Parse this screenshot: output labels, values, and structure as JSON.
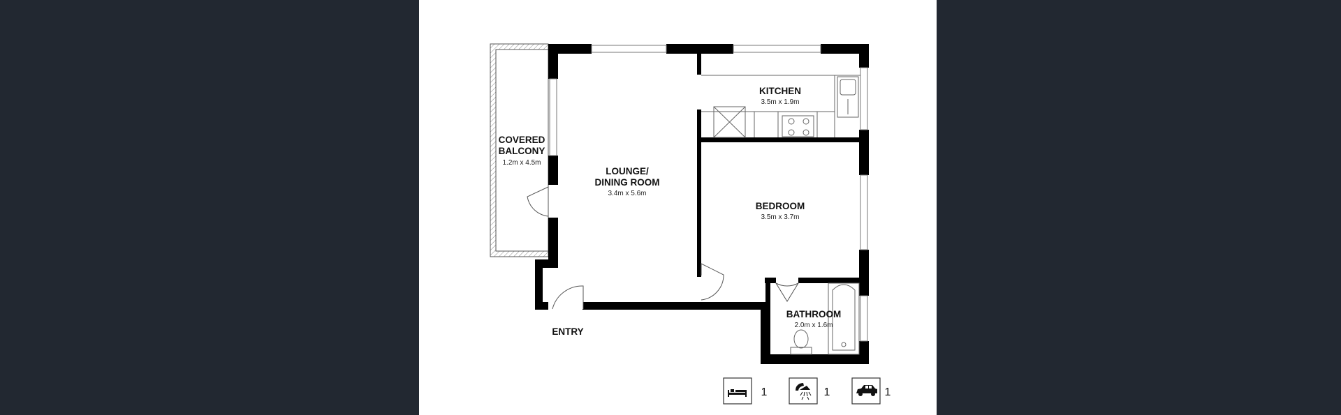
{
  "rooms": {
    "balcony": {
      "name_line1": "COVERED",
      "name_line2": "BALCONY",
      "dims": "1.2m x 4.5m"
    },
    "lounge": {
      "name_line1": "LOUNGE/",
      "name_line2": "DINING ROOM",
      "dims": "3.4m x 5.6m"
    },
    "kitchen": {
      "name": "KITCHEN",
      "dims": "3.5m x 1.9m"
    },
    "bedroom": {
      "name": "BEDROOM",
      "dims": "3.5m x 3.7m"
    },
    "bathroom": {
      "name": "BATHROOM",
      "dims": "2.0m x 1.6m"
    }
  },
  "entry_label": "ENTRY",
  "features": {
    "bedrooms": {
      "icon": "bed-icon",
      "count": "1"
    },
    "bathrooms": {
      "icon": "shower-icon",
      "count": "1"
    },
    "parking": {
      "icon": "car-icon",
      "count": "1"
    }
  },
  "colors": {
    "background": "#222831",
    "panel": "#ffffff",
    "wall": "#000000"
  }
}
